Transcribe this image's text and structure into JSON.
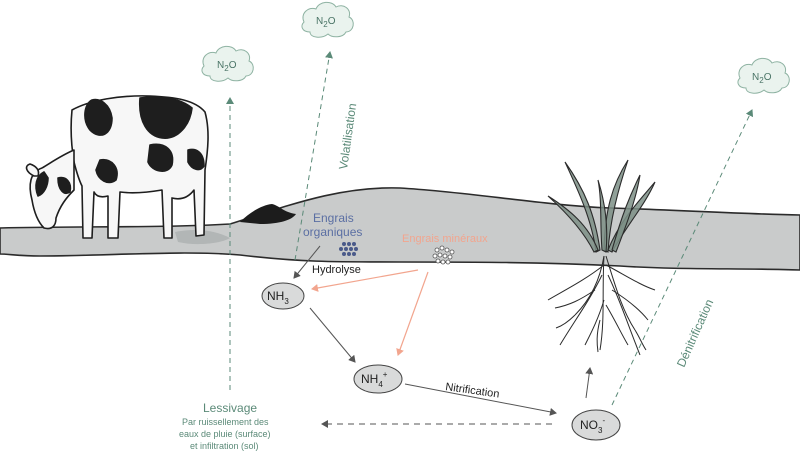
{
  "clouds": {
    "cloud_left": {
      "main": "N",
      "sub": "2",
      "tail": "O"
    },
    "cloud_mid": {
      "main": "N",
      "sub": "2",
      "tail": "O"
    },
    "cloud_right": {
      "main": "N",
      "sub": "2",
      "tail": "O"
    }
  },
  "nodes": {
    "nh3": {
      "main": "NH",
      "sub": "3",
      "sup": ""
    },
    "nh4": {
      "main": "NH",
      "sub": "4",
      "sup": "+"
    },
    "no3": {
      "main": "NO",
      "sub": "3",
      "sup": "-"
    }
  },
  "labels": {
    "volatilisation": "Volatilisation",
    "denitrification": "Dénitrification",
    "engrais_organiques_1": "Engrais",
    "engrais_organiques_2": "organiques",
    "engrais_mineraux": "Engrais minéraux",
    "hydrolyse": "Hydrolyse",
    "nitrification": "Nitrification",
    "lessivage": "Lessivage",
    "lessivage_desc_1": "Par ruissellement des",
    "lessivage_desc_2": "eaux de pluie (surface)",
    "lessivage_desc_3": "et infiltration (sol)"
  },
  "colors": {
    "green_text": "#5b8a78",
    "blue_text": "#5b6fa3",
    "salmon": "#f2a58e",
    "soil": "#c9cbcb",
    "node_fill": "#d9dada",
    "arrow_dark": "#555555"
  }
}
